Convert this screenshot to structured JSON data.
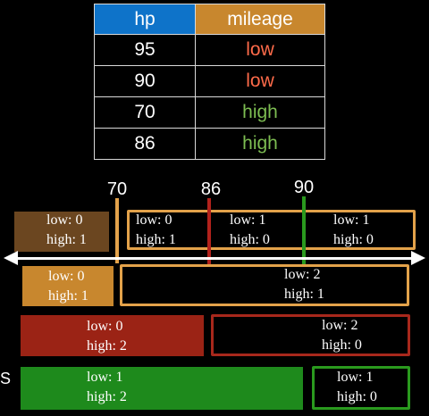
{
  "table": {
    "headers": [
      "hp",
      "mileage"
    ],
    "rows": [
      {
        "hp": "95",
        "mileage": "low"
      },
      {
        "hp": "90",
        "mileage": "low"
      },
      {
        "hp": "70",
        "mileage": "high"
      },
      {
        "hp": "86",
        "mileage": "high"
      }
    ]
  },
  "thresholds": [
    {
      "value": "70",
      "color": "#e3a24a"
    },
    {
      "value": "86",
      "color": "#b2221c"
    },
    {
      "value": "90",
      "color": "#2a9a1e"
    }
  ],
  "colors": {
    "orange": "#c8872e",
    "orange_border": "#e3a24a",
    "dark_orange": "#6b4620",
    "red": "#9b2315",
    "red_border": "#a8281c",
    "green": "#1e8a1c",
    "green_border": "#2a9a1e",
    "hp_header": "#0e73c9"
  },
  "row1": {
    "left": {
      "low": "low: 0",
      "high": "high: 1"
    },
    "seg_a": {
      "low": "low: 0",
      "high": "high: 1"
    },
    "seg_b": {
      "low": "low: 1",
      "high": "high: 0"
    },
    "seg_c": {
      "low": "low: 1",
      "high": "high: 0"
    }
  },
  "row2": {
    "left": {
      "low": "low: 0",
      "high": "high: 1"
    },
    "right": {
      "low": "low: 2",
      "high": "high: 1"
    }
  },
  "row3": {
    "left": {
      "low": "low: 0",
      "high": "high: 2"
    },
    "right": {
      "low": "low: 2",
      "high": "high: 0"
    }
  },
  "row4": {
    "side_label": "S",
    "left": {
      "low": "low: 1",
      "high": "high: 2"
    },
    "right": {
      "low": "low: 1",
      "high": "high: 0"
    }
  }
}
